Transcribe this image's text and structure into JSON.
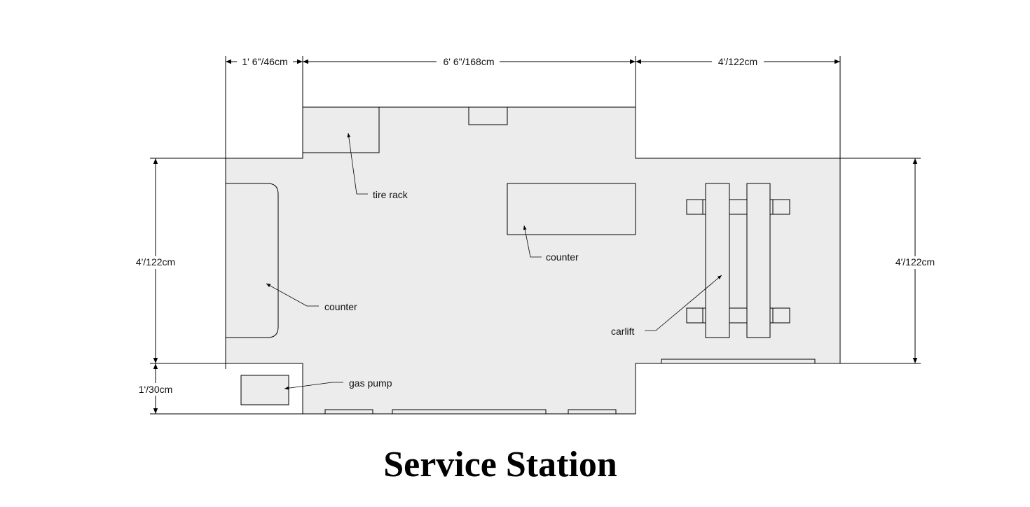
{
  "title": "Service Station",
  "dimensions": {
    "top_left": "1' 6\"/46cm",
    "top_middle": "6' 6\"/168cm",
    "top_right": "4'/122cm",
    "left_main": "4'/122cm",
    "left_lower": "1'/30cm",
    "right_main": "4'/122cm"
  },
  "labels": {
    "tire_rack": "tire rack",
    "counter_center": "counter",
    "counter_left": "counter",
    "carlift": "carlift",
    "gas_pump": "gas pump"
  },
  "colors": {
    "floor": "#ececec",
    "line": "#000000",
    "background": "#ffffff"
  }
}
